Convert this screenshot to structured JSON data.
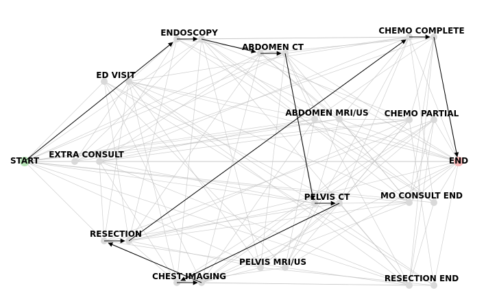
{
  "colors": {
    "start_node": "#b7e4b7",
    "end_node": "#f7b7b7",
    "node": "#d9d9d9",
    "background_edge": "#bdbdbd",
    "path_edge": "#000000"
  },
  "nodes": [
    {
      "id": "start",
      "label": "START"
    },
    {
      "id": "ed_visit",
      "label": "ED VISIT"
    },
    {
      "id": "extra_consult",
      "label": "EXTRA CONSULT"
    },
    {
      "id": "resection",
      "label": "RESECTION"
    },
    {
      "id": "endoscopy",
      "label": "ENDOSCOPY"
    },
    {
      "id": "chest_imaging",
      "label": "CHEST IMAGING"
    },
    {
      "id": "abdomen_ct",
      "label": "ABDOMEN CT"
    },
    {
      "id": "pelvis_mri_us",
      "label": "PELVIS MRI/US"
    },
    {
      "id": "abdomen_mri_us",
      "label": "ABDOMEN MRI/US"
    },
    {
      "id": "pelvis_ct",
      "label": "PELVIS CT"
    },
    {
      "id": "chemo_complete",
      "label": "CHEMO COMPLETE"
    },
    {
      "id": "chemo_partial",
      "label": "CHEMO PARTIAL"
    },
    {
      "id": "mo_consult_end",
      "label": "MO CONSULT END"
    },
    {
      "id": "resection_end",
      "label": "RESECTION END"
    },
    {
      "id": "end",
      "label": "END"
    }
  ],
  "highlighted_path": [
    [
      "start",
      "endoscopy"
    ],
    [
      "endoscopy",
      "abdomen_ct"
    ],
    [
      "abdomen_ct",
      "pelvis_ct"
    ],
    [
      "pelvis_ct",
      "chest_imaging"
    ],
    [
      "chest_imaging",
      "resection"
    ],
    [
      "resection",
      "chemo_complete"
    ],
    [
      "chemo_complete",
      "end"
    ]
  ]
}
